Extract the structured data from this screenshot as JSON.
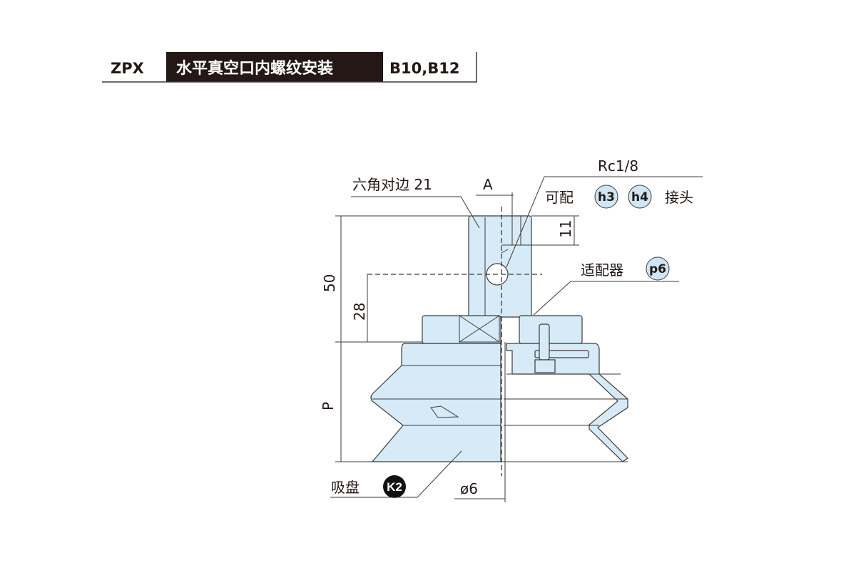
{
  "header": {
    "series": "ZPX",
    "title": "水平真空口内螺纹安装",
    "models": "B10,B12"
  },
  "callouts": {
    "hex": "六角对边 21",
    "port": "Rc1/8",
    "compatible_prefix": "可配",
    "compatible_codes": [
      "h3",
      "h4"
    ],
    "compatible_suffix": "接头",
    "adapter": "适配器",
    "adapter_code": "p6",
    "pad": "吸盘",
    "pad_code": "K2"
  },
  "dimensions": {
    "total_height": "50",
    "port_height": "28",
    "thread_depth": "11",
    "a": "A",
    "p": "P",
    "hole_dia": "ø6"
  },
  "colors": {
    "body_fill": "#d6ebf7",
    "line": "#3e3a39",
    "header_bg": "#231815"
  }
}
